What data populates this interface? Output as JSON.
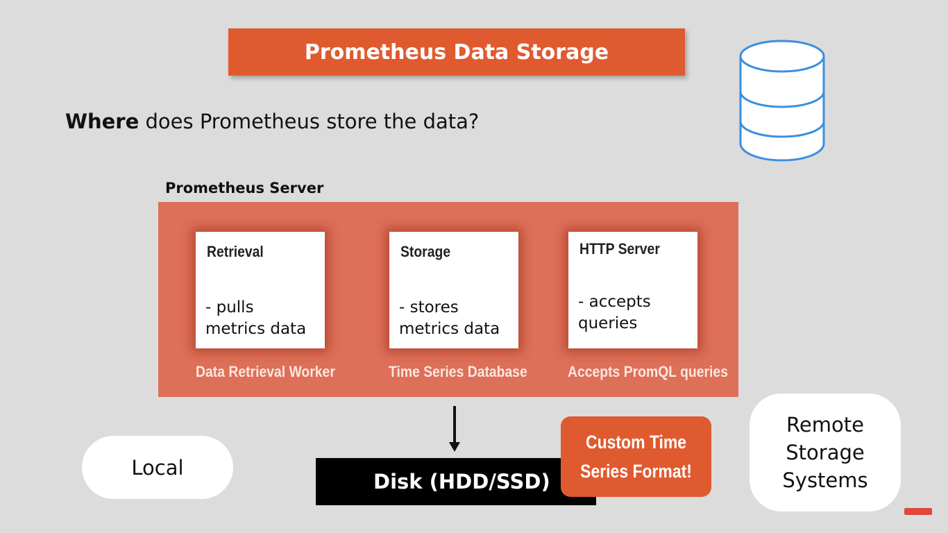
{
  "title": "Prometheus Data Storage",
  "question": {
    "bold": "Where",
    "rest": " does Prometheus store the data?"
  },
  "server": {
    "label": "Prometheus Server",
    "components": [
      {
        "title": "Retrieval",
        "description": "- pulls\n  metrics data",
        "caption": "Data Retrieval Worker"
      },
      {
        "title": "Storage",
        "description": "- stores\n  metrics data",
        "caption": "Time Series Database"
      },
      {
        "title": "HTTP Server",
        "description": "- accepts\n  queries",
        "caption": "Accepts PromQL queries"
      }
    ]
  },
  "disk": "Disk (HDD/SSD)",
  "custom_format": "Custom Time\nSeries Format!",
  "local": "Local",
  "remote": "Remote\nStorage\nSystems",
  "colors": {
    "accent": "#e05a2f",
    "server_fill": "#de6f58",
    "db_icon": "#3b8fe0"
  },
  "icons": [
    "database-icon",
    "down-arrow-icon"
  ]
}
